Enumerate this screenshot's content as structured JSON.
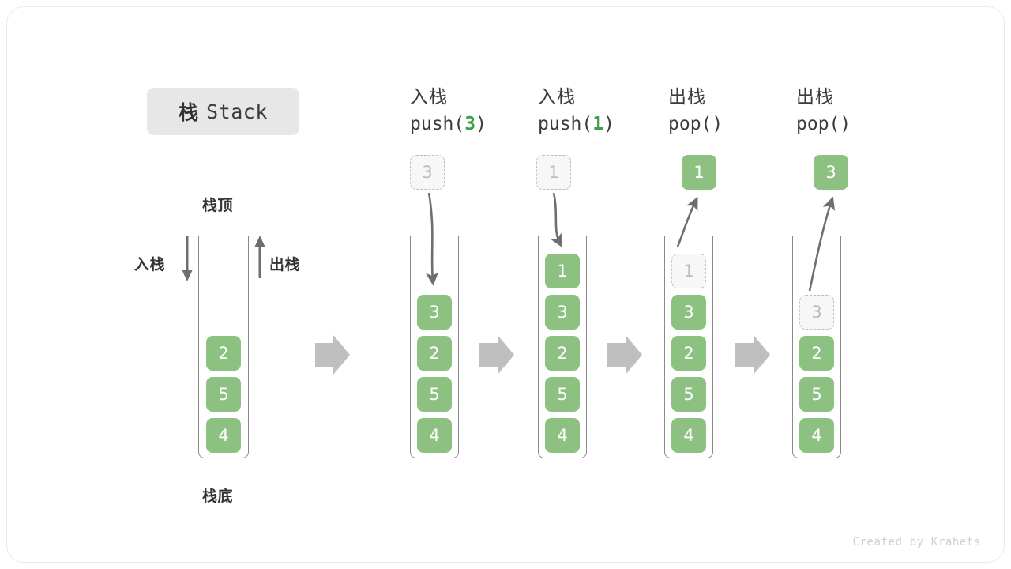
{
  "title": {
    "cn": "栈",
    "en": "Stack"
  },
  "labels": {
    "top": "栈顶",
    "bottom": "栈底",
    "push": "入栈",
    "pop": "出栈"
  },
  "initial_stack": {
    "values": [
      "2",
      "5",
      "4"
    ]
  },
  "columns": [
    {
      "id": "push-3",
      "head_cn": "入栈",
      "head_code_prefix": "push(",
      "head_code_num": "3",
      "head_code_suffix": ")",
      "floating": {
        "value": "3",
        "style": "ghost"
      },
      "arrow": "down",
      "cells": [
        {
          "value": "3",
          "style": "filled"
        },
        {
          "value": "2",
          "style": "filled"
        },
        {
          "value": "5",
          "style": "filled"
        },
        {
          "value": "4",
          "style": "filled"
        }
      ]
    },
    {
      "id": "push-1",
      "head_cn": "入栈",
      "head_code_prefix": "push(",
      "head_code_num": "1",
      "head_code_suffix": ")",
      "floating": {
        "value": "1",
        "style": "ghost"
      },
      "arrow": "down",
      "cells": [
        {
          "value": "1",
          "style": "filled"
        },
        {
          "value": "3",
          "style": "filled"
        },
        {
          "value": "2",
          "style": "filled"
        },
        {
          "value": "5",
          "style": "filled"
        },
        {
          "value": "4",
          "style": "filled"
        }
      ]
    },
    {
      "id": "pop-1",
      "head_cn": "出栈",
      "head_code_prefix": "pop(",
      "head_code_num": "",
      "head_code_suffix": ")",
      "floating": {
        "value": "1",
        "style": "filled"
      },
      "arrow": "up",
      "cells": [
        {
          "value": "1",
          "style": "ghost"
        },
        {
          "value": "3",
          "style": "filled"
        },
        {
          "value": "2",
          "style": "filled"
        },
        {
          "value": "5",
          "style": "filled"
        },
        {
          "value": "4",
          "style": "filled"
        }
      ]
    },
    {
      "id": "pop-3",
      "head_cn": "出栈",
      "head_code_prefix": "pop(",
      "head_code_num": "",
      "head_code_suffix": ")",
      "floating": {
        "value": "3",
        "style": "filled"
      },
      "arrow": "up",
      "cells": [
        {
          "value": "3",
          "style": "ghost"
        },
        {
          "value": "2",
          "style": "filled"
        },
        {
          "value": "5",
          "style": "filled"
        },
        {
          "value": "4",
          "style": "filled"
        }
      ]
    }
  ],
  "footer": "Created by Krahets",
  "colors": {
    "green": "#8cc182",
    "green_text": "#3f9e4d",
    "gray_arrow": "#bfbfbf",
    "outline": "#8a8a8a",
    "ghost_border": "#bdbdbd"
  }
}
